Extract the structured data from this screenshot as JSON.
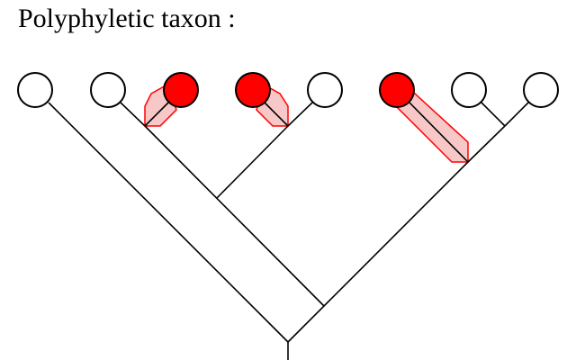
{
  "title": "Polyphyletic taxon :",
  "colors": {
    "line": "#000000",
    "highlight_fill": "#f8c8c8",
    "highlight_stroke": "#ff0000",
    "member_fill": "#ff0000",
    "nonmember_fill": "#ffffff"
  },
  "taxa": [
    {
      "id": 1,
      "member": false
    },
    {
      "id": 2,
      "member": false
    },
    {
      "id": 3,
      "member": true
    },
    {
      "id": 4,
      "member": true
    },
    {
      "id": 5,
      "member": false
    },
    {
      "id": 6,
      "member": true
    },
    {
      "id": 7,
      "member": false
    },
    {
      "id": 8,
      "member": false
    }
  ],
  "highlighted_branches": 3
}
